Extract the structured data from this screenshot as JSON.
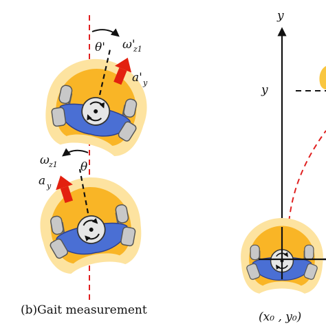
{
  "caption": "(b)Gait measurement",
  "top_figure": {
    "theta_label": "θ'",
    "omega_label": "ω'",
    "omega_sub": "z1",
    "accel_label": "a'",
    "accel_sub": "y"
  },
  "bottom_figure": {
    "theta_label": "θ",
    "omega_label": "ω",
    "omega_sub": "z1",
    "accel_label": "a",
    "accel_sub": "y"
  },
  "plot": {
    "y_axis_label": "y",
    "y_tick_label": "y",
    "origin_label": "(x₀ , y₀)"
  },
  "colors": {
    "halo_outer": "#fde3a0",
    "halo_inner": "#f9b526",
    "body_blue": "#4a6fd4",
    "hand_gray": "#c8c8c8",
    "arrow_red": "#e3210f",
    "dashed_red": "#e02020",
    "ink": "#111111"
  }
}
